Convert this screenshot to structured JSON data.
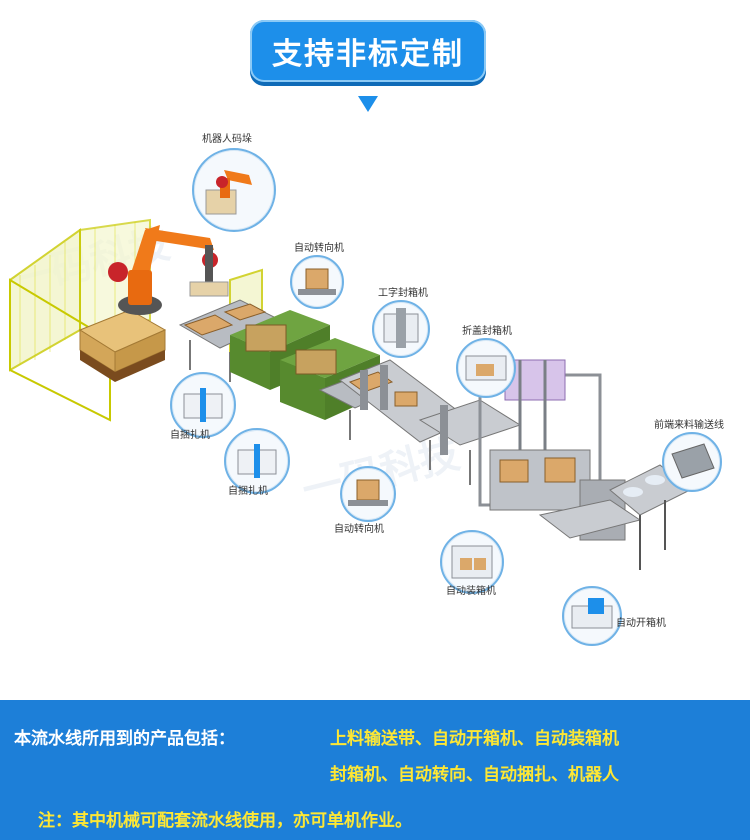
{
  "title": "支持非标定制",
  "watermark": "一码科技",
  "labels": {
    "robot_palletizer": "机器人码垛",
    "auto_turner_top": "自动转向机",
    "i_sealer": "工字封箱机",
    "fold_sealer": "折盖封箱机",
    "front_conveyor": "前端来料输送线",
    "strapper_1": "自捆扎机",
    "strapper_2": "自捆扎机",
    "auto_turner_bottom": "自动转向机",
    "auto_packer": "自动装箱机",
    "auto_erector": "自动开箱机"
  },
  "footer": {
    "line1_prefix": "本流水线所用到的产品包括：",
    "line1_items": "上料输送带、自动开箱机、自动装箱机",
    "line2_items": "封箱机、自动转向、自动捆扎、机器人",
    "line3": "注：其中机械可配套流水线使用，亦可单机作业。"
  }
}
